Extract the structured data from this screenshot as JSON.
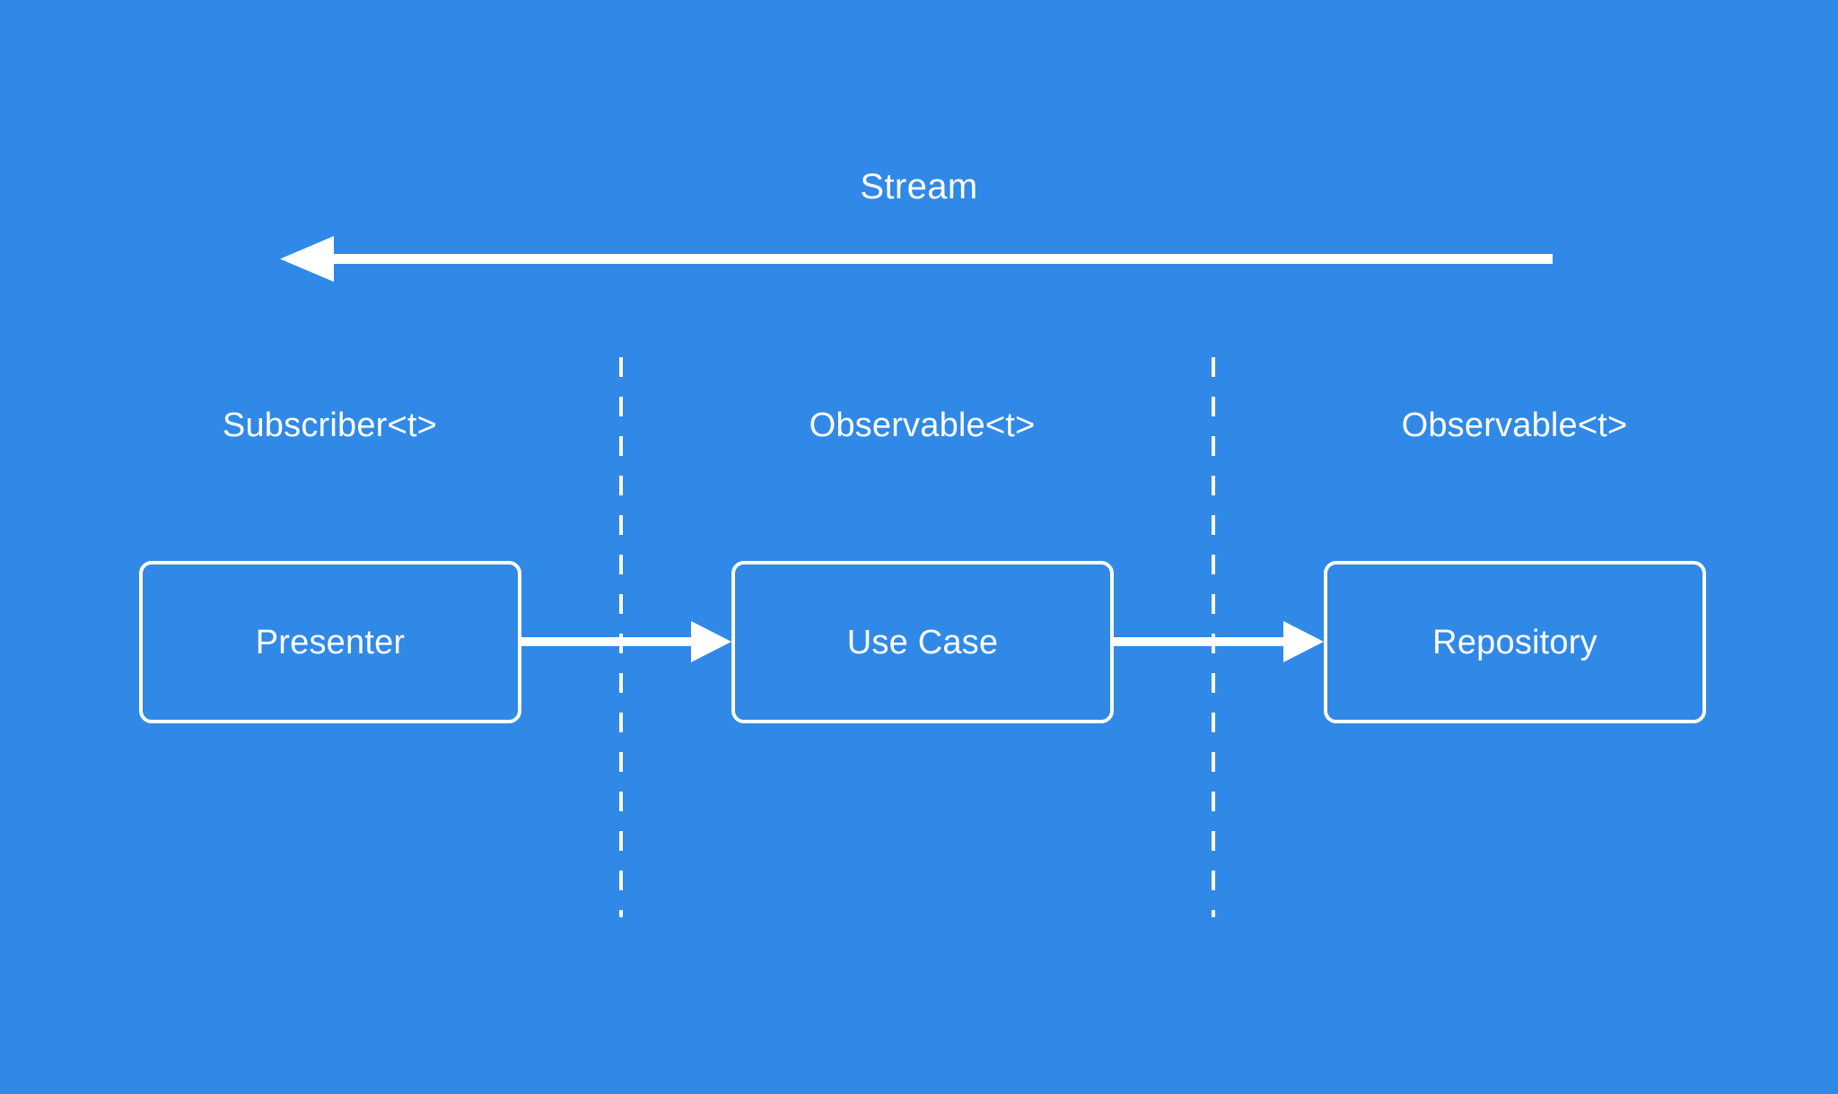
{
  "diagram": {
    "title": "Stream",
    "background_color": "#3089e6",
    "stroke_color": "#ffffff",
    "stream_arrow": {
      "name": "stream-arrow",
      "direction": "right-to-left",
      "label": "Stream"
    },
    "lanes": [
      {
        "label": "Subscriber<t>",
        "name": "lane-subscriber"
      },
      {
        "label": "Observable<t>",
        "name": "lane-observable-usecase"
      },
      {
        "label": "Observable<t>",
        "name": "lane-observable-repository"
      }
    ],
    "dividers": [
      {
        "name": "lane-divider-left",
        "style": "dashed"
      },
      {
        "name": "lane-divider-right",
        "style": "dashed"
      }
    ],
    "nodes": [
      {
        "label": "Presenter",
        "name": "node-presenter"
      },
      {
        "label": "Use Case",
        "name": "node-use-case"
      },
      {
        "label": "Repository",
        "name": "node-repository"
      }
    ],
    "connectors": [
      {
        "name": "connector-presenter-to-use-case",
        "from": "Presenter",
        "to": "Use Case",
        "direction": "left-to-right"
      },
      {
        "name": "connector-use-case-to-repository",
        "from": "Use Case",
        "to": "Repository",
        "direction": "left-to-right"
      }
    ]
  }
}
